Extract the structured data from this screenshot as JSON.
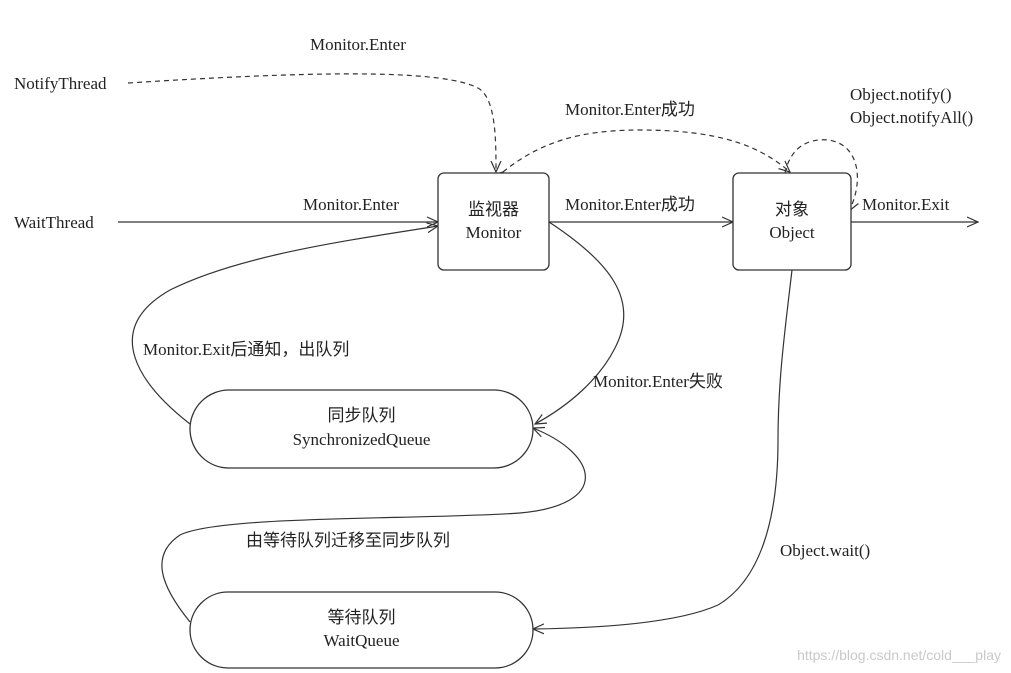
{
  "nodes": {
    "monitor": {
      "line1": "监视器",
      "line2": "Monitor"
    },
    "object": {
      "line1": "对象",
      "line2": "Object"
    },
    "sync_queue": {
      "line1": "同步队列",
      "line2": "SynchronizedQueue"
    },
    "wait_queue": {
      "line1": "等待队列",
      "line2": "WaitQueue"
    }
  },
  "actors": {
    "notify_thread": "NotifyThread",
    "wait_thread": "WaitThread"
  },
  "edges": {
    "notify_enter": "Monitor.Enter",
    "wait_enter": "Monitor.Enter",
    "enter_success_dashed": "Monitor.Enter成功",
    "enter_success": "Monitor.Enter成功",
    "notify_1": "Object.notify()",
    "notify_2": "Object.notifyAll()",
    "exit": "Monitor.Exit",
    "exit_notify": "Monitor.Exit后通知，出队列",
    "enter_fail": "Monitor.Enter失败",
    "wait_to_sync": "由等待队列迁移至同步队列",
    "object_wait": "Object.wait()"
  },
  "watermark": "https://blog.csdn.net/cold___play"
}
